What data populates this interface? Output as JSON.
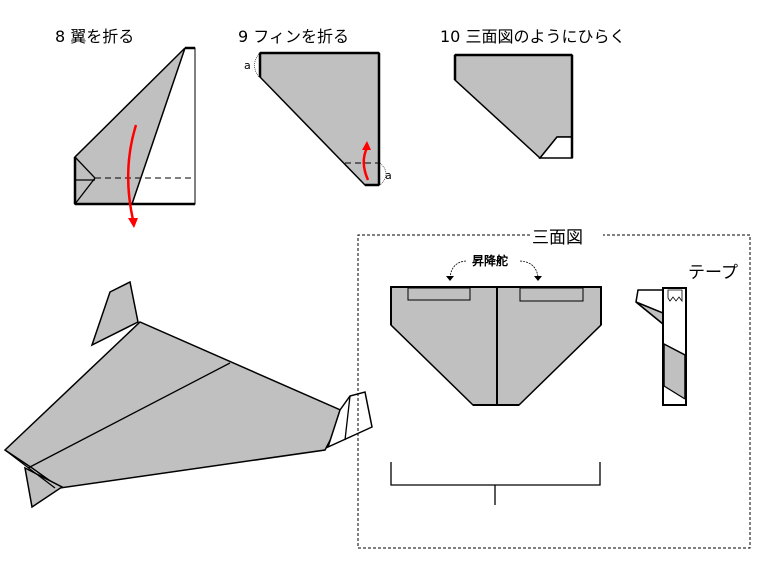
{
  "steps": [
    {
      "title": "8 翼を折る"
    },
    {
      "title": "9  フィンを折る"
    },
    {
      "title": "10  三面図のようにひらく"
    }
  ],
  "labels": {
    "a_top": "a",
    "a_bottom": "a"
  },
  "three_view": {
    "title": "三面図",
    "elevator": "昇降舵",
    "tape": "テープ"
  },
  "colors": {
    "paper": "#c0c0c0",
    "arrow": "#ff0000"
  }
}
